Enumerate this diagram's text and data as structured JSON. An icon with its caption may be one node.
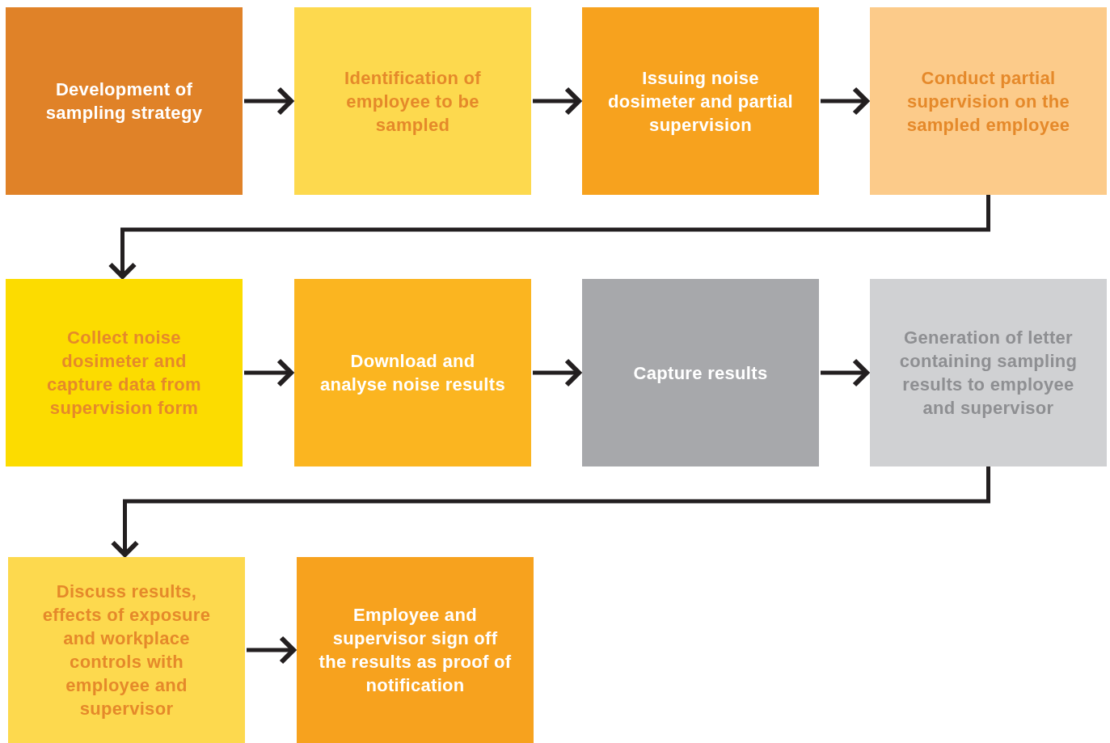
{
  "diagram": {
    "nodes": [
      {
        "text": [
          "Development of sampling strategy"
        ]
      },
      {
        "text": [
          "Identification of employee to be sampled"
        ]
      },
      {
        "text": [
          "Issuing noise dosimeter and partial supervision"
        ]
      },
      {
        "text": [
          "Conduct partial supervision on the sampled employee"
        ]
      },
      {
        "text": [
          "Collect noise dosimeter and capture data from supervision form"
        ]
      },
      {
        "text": [
          "Download and analyse noise results"
        ]
      },
      {
        "text": [
          "Capture results"
        ]
      },
      {
        "text": [
          "Generation of letter containing sampling results to employee and supervisor"
        ]
      },
      {
        "text": [
          "Discuss results, effects of exposure and workplace controls with employee and supervisor"
        ]
      },
      {
        "text": [
          "Employee and supervisor sign off the results as proof of notification"
        ]
      }
    ],
    "edges": [
      {
        "from": 0,
        "to": 1,
        "arrow": "to"
      },
      {
        "from": 1,
        "to": 2,
        "arrow": "to"
      },
      {
        "from": 2,
        "to": 3,
        "arrow": "to"
      },
      {
        "from": 3,
        "to": 4,
        "arrow": "to"
      },
      {
        "from": 4,
        "to": 5,
        "arrow": "to"
      },
      {
        "from": 5,
        "to": 6,
        "arrow": "to"
      },
      {
        "from": 6,
        "to": 7,
        "arrow": "to"
      },
      {
        "from": 7,
        "to": 8,
        "arrow": "to"
      },
      {
        "from": 8,
        "to": 9,
        "arrow": "to"
      }
    ]
  }
}
